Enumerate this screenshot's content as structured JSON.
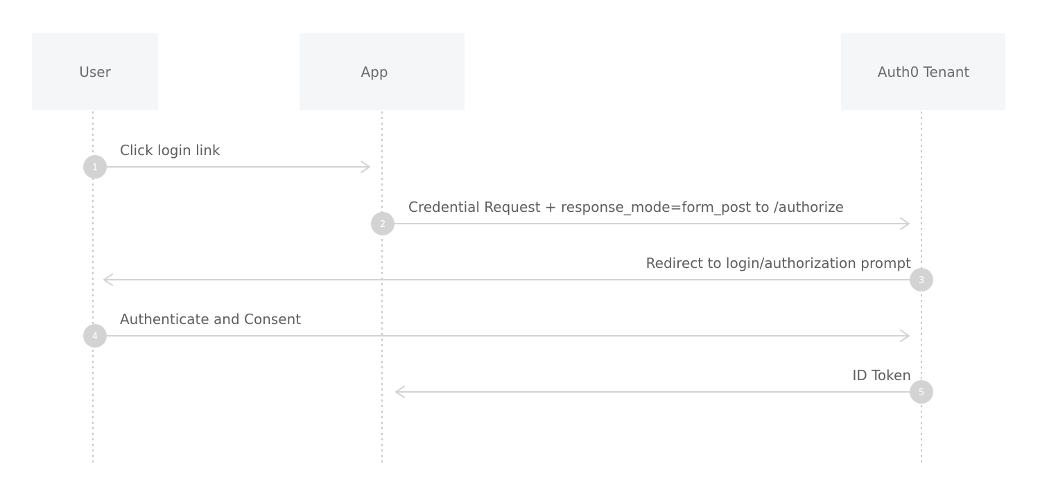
{
  "participants": [
    {
      "id": "user",
      "label": "User"
    },
    {
      "id": "app",
      "label": "App"
    },
    {
      "id": "tenant",
      "label": "Auth0 Tenant"
    }
  ],
  "messages": [
    {
      "step": "1",
      "from": "user",
      "to": "app",
      "label": "Click login link"
    },
    {
      "step": "2",
      "from": "app",
      "to": "tenant",
      "label": "Credential Request + response_mode=form_post to /authorize"
    },
    {
      "step": "3",
      "from": "tenant",
      "to": "user",
      "label": "Redirect to login/authorization prompt"
    },
    {
      "step": "4",
      "from": "user",
      "to": "tenant",
      "label": "Authenticate and Consent"
    },
    {
      "step": "5",
      "from": "tenant",
      "to": "app",
      "label": "ID Token"
    }
  ]
}
